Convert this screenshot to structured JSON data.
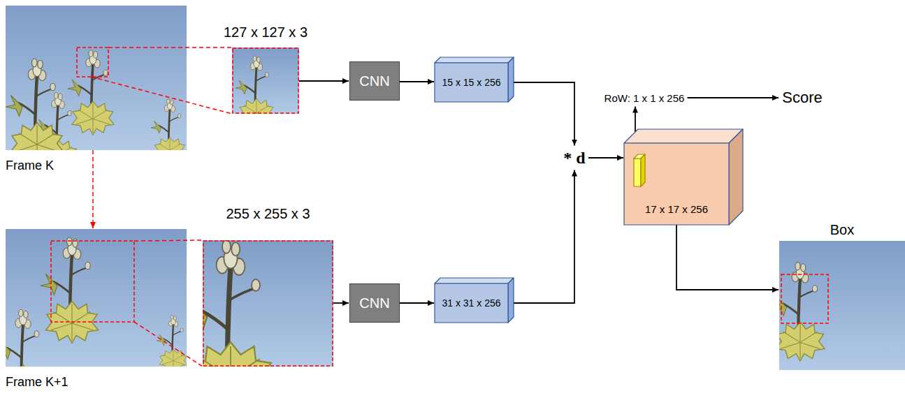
{
  "diagram": {
    "nodes": [
      {
        "text": [
          "Frame K"
        ]
      },
      {
        "text": [
          "127 x 127 x 3"
        ]
      },
      {
        "text": [
          "CNN"
        ]
      },
      {
        "text": [
          "15 x 15 x 256"
        ]
      },
      {
        "text": [
          "* d"
        ]
      },
      {
        "text": [
          "RoW: 1 x 1 x 256"
        ]
      },
      {
        "text": [
          "Score"
        ]
      },
      {
        "text": [
          "17 x 17 x 256"
        ]
      },
      {
        "text": [
          "Frame K+1"
        ]
      },
      {
        "text": [
          "255 x 255 x 3"
        ]
      },
      {
        "text": [
          "CNN"
        ]
      },
      {
        "text": [
          "31 x 31 x 256"
        ]
      },
      {
        "text": [
          "Box"
        ]
      }
    ],
    "edges": [
      {
        "from": 0,
        "to": 1,
        "arrow": "none"
      },
      {
        "from": 1,
        "to": 2,
        "arrow": "to"
      },
      {
        "from": 2,
        "to": 3,
        "arrow": "to"
      },
      {
        "from": 3,
        "to": 4,
        "arrow": "to"
      },
      {
        "from": 4,
        "to": 7,
        "arrow": "to"
      },
      {
        "from": 7,
        "to": 5,
        "arrow": "to"
      },
      {
        "from": 5,
        "to": 6,
        "arrow": "to"
      },
      {
        "from": 0,
        "to": 8,
        "arrow": "to"
      },
      {
        "from": 8,
        "to": 9,
        "arrow": "none"
      },
      {
        "from": 9,
        "to": 10,
        "arrow": "to"
      },
      {
        "from": 10,
        "to": 11,
        "arrow": "to"
      },
      {
        "from": 11,
        "to": 4,
        "arrow": "to"
      },
      {
        "from": 7,
        "to": 12,
        "arrow": "to"
      }
    ]
  }
}
